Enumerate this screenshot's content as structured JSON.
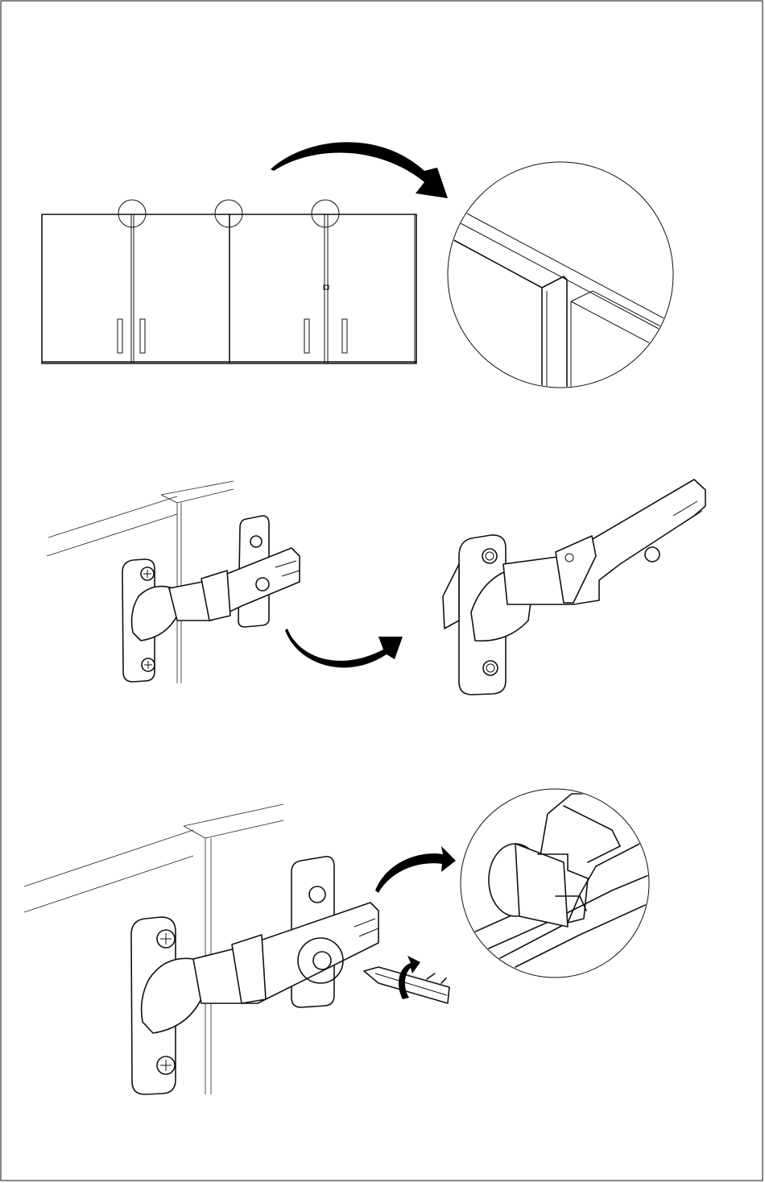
{
  "document": {
    "type": "assembly-instructions",
    "panels": [
      {
        "id": "align-doors",
        "detail_callouts": 3
      },
      {
        "id": "hinge-adjust"
      },
      {
        "id": "screw-tighten",
        "tool": "screwdriver-icon"
      }
    ],
    "colors": {
      "line": "#111111",
      "background": "#ffffff"
    }
  }
}
